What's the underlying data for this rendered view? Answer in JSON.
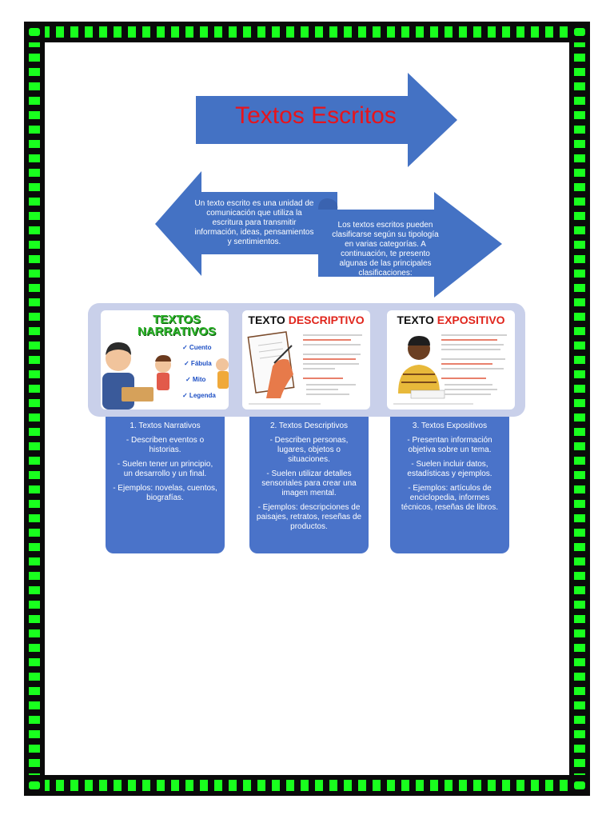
{
  "title": "Textos Escritos",
  "definition": "Un texto escrito es una unidad de comunicación que utiliza la escritura para transmitir información, ideas, pensamientos y sentimientos.",
  "classification_intro": "Los textos escritos pueden clasificarse según su tipología en varias categorías. A continuación, te presento algunas de las principales clasificaciones:",
  "cards": {
    "narrative": {
      "title": "TEXTOS NARRATIVOS",
      "items": [
        "✓ Cuento",
        "✓ Fábula",
        "✓ Mito",
        "✓ Legenda"
      ]
    },
    "descriptive": {
      "title_black": "TEXTO ",
      "title_red": "DESCRIPTIVO"
    },
    "expository": {
      "title_black": "TEXTO ",
      "title_red": "EXPOSITIVO"
    }
  },
  "columns": [
    {
      "heading": "1. Textos Narrativos",
      "points": [
        "- Describen eventos o historias.",
        "- Suelen tener un principio, un desarrollo y un final.",
        "- Ejemplos: novelas, cuentos, biografías."
      ]
    },
    {
      "heading": "2. Textos Descriptivos",
      "points": [
        "- Describen personas, lugares, objetos o situaciones.",
        "- Suelen utilizar detalles sensoriales para crear una imagen mental.",
        "- Ejemplos: descripciones de paisajes, retratos, reseñas de productos."
      ]
    },
    {
      "heading": "3. Textos Expositivos",
      "points": [
        "- Presentan información objetiva sobre un tema.",
        "- Suelen incluir datos, estadísticas y ejemplos.",
        "- Ejemplos: artículos de enciclopedia, informes técnicos, reseñas de libros."
      ]
    }
  ],
  "colors": {
    "arrow_blue": "#4472c4",
    "title_red": "#e8141b",
    "border_green": "#19ff1e",
    "panel": "#c9d0ea"
  }
}
